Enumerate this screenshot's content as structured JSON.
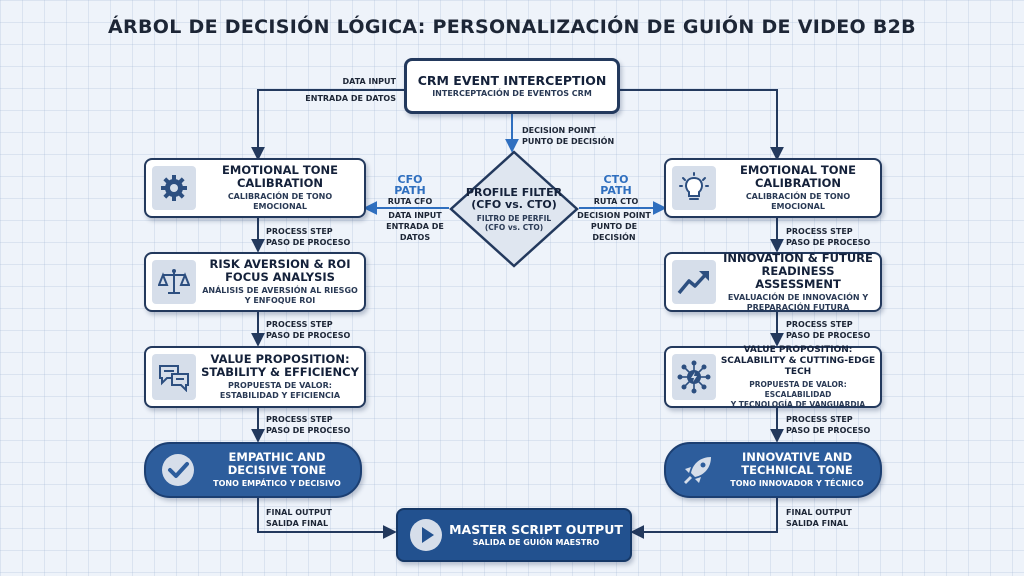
{
  "title": "ÁRBOL DE DECISIÓN LÓGICA: PERSONALIZACIÓN DE GUIÓN DE VIDEO B2B",
  "nodes": {
    "crm": {
      "en": "CRM EVENT INTERCEPTION",
      "es": "INTERCEPTACIÓN DE EVENTOS CRM"
    },
    "filter": {
      "en1": "PROFILE FILTER",
      "en2": "(CFO vs. CTO)",
      "es1": "FILTRO DE PERFIL",
      "es2": "(CFO vs. CTO)"
    },
    "left_tone": {
      "en1": "EMOTIONAL TONE",
      "en2": "CALIBRATION",
      "es": "CALIBRACIÓN DE TONO EMOCIONAL",
      "icon": "gear-icon"
    },
    "left_risk": {
      "en1": "RISK AVERSION & ROI",
      "en2": "FOCUS ANALYSIS",
      "es1": "ANÁLISIS DE AVERSIÓN AL RIESGO",
      "es2": "Y ENFOQUE ROI",
      "icon": "scales-icon"
    },
    "left_value": {
      "en1": "VALUE PROPOSITION:",
      "en2": "STABILITY & EFFICIENCY",
      "es1": "PROPUESTA DE VALOR:",
      "es2": "ESTABILIDAD Y EFICIENCIA",
      "icon": "chat-bubbles-icon"
    },
    "left_final": {
      "en1": "EMPATHIC AND",
      "en2": "DECISIVE TONE",
      "es": "TONO EMPÁTICO Y DECISIVO",
      "icon": "check-circle-icon"
    },
    "right_tone": {
      "en1": "EMOTIONAL TONE",
      "en2": "CALIBRATION",
      "es": "CALIBRACIÓN DE TONO EMOCIONAL",
      "icon": "lightbulb-icon"
    },
    "right_innov": {
      "en1": "INNOVATION & FUTURE",
      "en2": "READINESS ASSESSMENT",
      "es1": "EVALUACIÓN DE INNOVACIÓN Y",
      "es2": "PREPARACIÓN FUTURA",
      "icon": "trend-up-icon"
    },
    "right_value": {
      "en1": "VALUE PROPOSITION:",
      "en2": "SCALABILITY & CUTTING-EDGE TECH",
      "es1": "PROPUESTA DE VALOR: ESCALABILIDAD",
      "es2": "Y TECNOLOGÍA DE VANGUARDIA",
      "icon": "network-hub-icon"
    },
    "right_final": {
      "en1": "INNOVATIVE AND",
      "en2": "TECHNICAL TONE",
      "es": "TONO INNOVADOR Y TÉCNICO",
      "icon": "rocket-icon"
    },
    "output": {
      "en": "MASTER SCRIPT OUTPUT",
      "es": "SALIDA DE GUIÓN MAESTRO",
      "icon": "play-icon"
    }
  },
  "labels": {
    "data_input": {
      "en": "DATA INPUT",
      "es": "ENTRADA DE DATOS"
    },
    "decision_point": {
      "en": "DECISION POINT",
      "es": "PUNTO DE DECISIÓN"
    },
    "process_step": {
      "en": "PROCESS STEP",
      "es": "PASO DE PROCESO"
    },
    "final_output": {
      "en": "FINAL OUTPUT",
      "es": "SALIDA FINAL"
    },
    "cfo_path": {
      "en": "CFO PATH",
      "es": "RUTA CFO"
    },
    "cto_path": {
      "en": "CTO PATH",
      "es": "RUTA CTO"
    }
  },
  "colors": {
    "navy": "#23395d",
    "accent_blue": "#2f6fbf",
    "dark_node_fill": "#2d5d9c",
    "icon_fill": "#d6deea",
    "background": "#eef3fa"
  }
}
